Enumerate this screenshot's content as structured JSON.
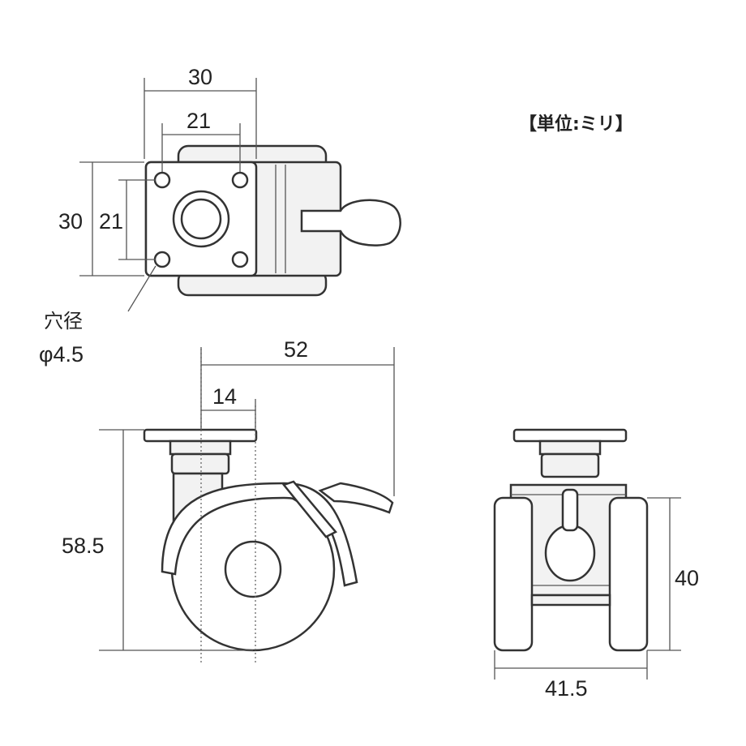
{
  "unit_label": "【単位:ミリ】",
  "top_view": {
    "width_outer": "30",
    "width_holes": "21",
    "height_outer": "30",
    "height_holes": "21",
    "hole_note_line1": "穴径",
    "hole_note_line2": "φ4.5"
  },
  "side_view": {
    "reach": "52",
    "offset": "14",
    "height": "58.5"
  },
  "front_view": {
    "height": "40",
    "width": "41.5"
  }
}
